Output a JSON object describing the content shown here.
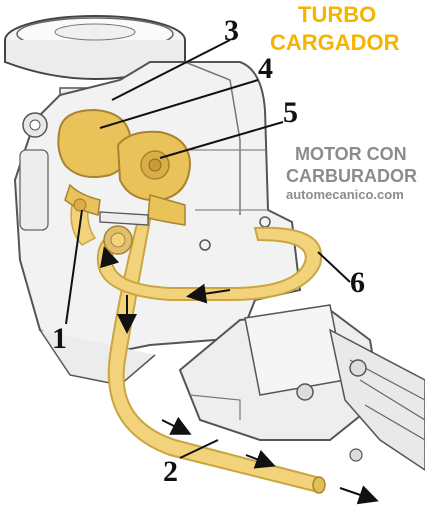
{
  "title": {
    "line1": "TURBO",
    "line2": "CARGADOR"
  },
  "subtitle": {
    "line1": "MOTOR CON",
    "line2": "CARBURADOR"
  },
  "website": "automecanico.com",
  "callouts": {
    "n1": "1",
    "n2": "2",
    "n3": "3",
    "n4": "4",
    "n5": "5",
    "n6": "6"
  },
  "colors": {
    "title": "#f5b400",
    "subtitle": "#8c8c8c",
    "pipe": "#f2d27a",
    "pipe_stroke": "#c9a640",
    "turbo": "#e9c25a",
    "engine_line": "#555555",
    "engine_fill": "#f2f2f2"
  }
}
